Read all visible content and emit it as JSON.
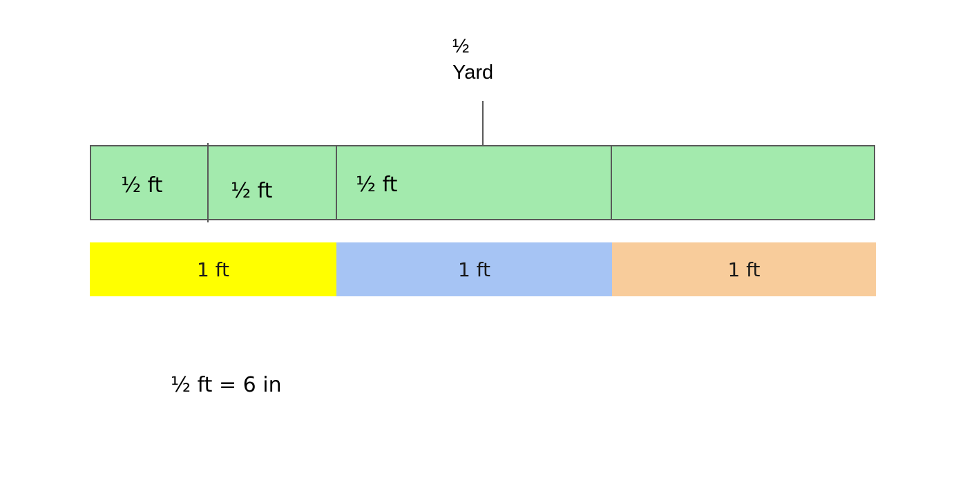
{
  "pointer": {
    "fraction": "½",
    "unit": "Yard"
  },
  "top_bar": {
    "fill_color": "#a3eaad",
    "border_color": "#595959",
    "labels": [
      "½ ft",
      "½ ft",
      "½ ft"
    ]
  },
  "bottom_bar": {
    "segments": [
      {
        "label": "1 ft",
        "color": "#ffff00"
      },
      {
        "label": "1 ft",
        "color": "#a6c4f4"
      },
      {
        "label": "1 ft",
        "color": "#f8cc9b"
      }
    ]
  },
  "equation": "½ ft = 6 in"
}
